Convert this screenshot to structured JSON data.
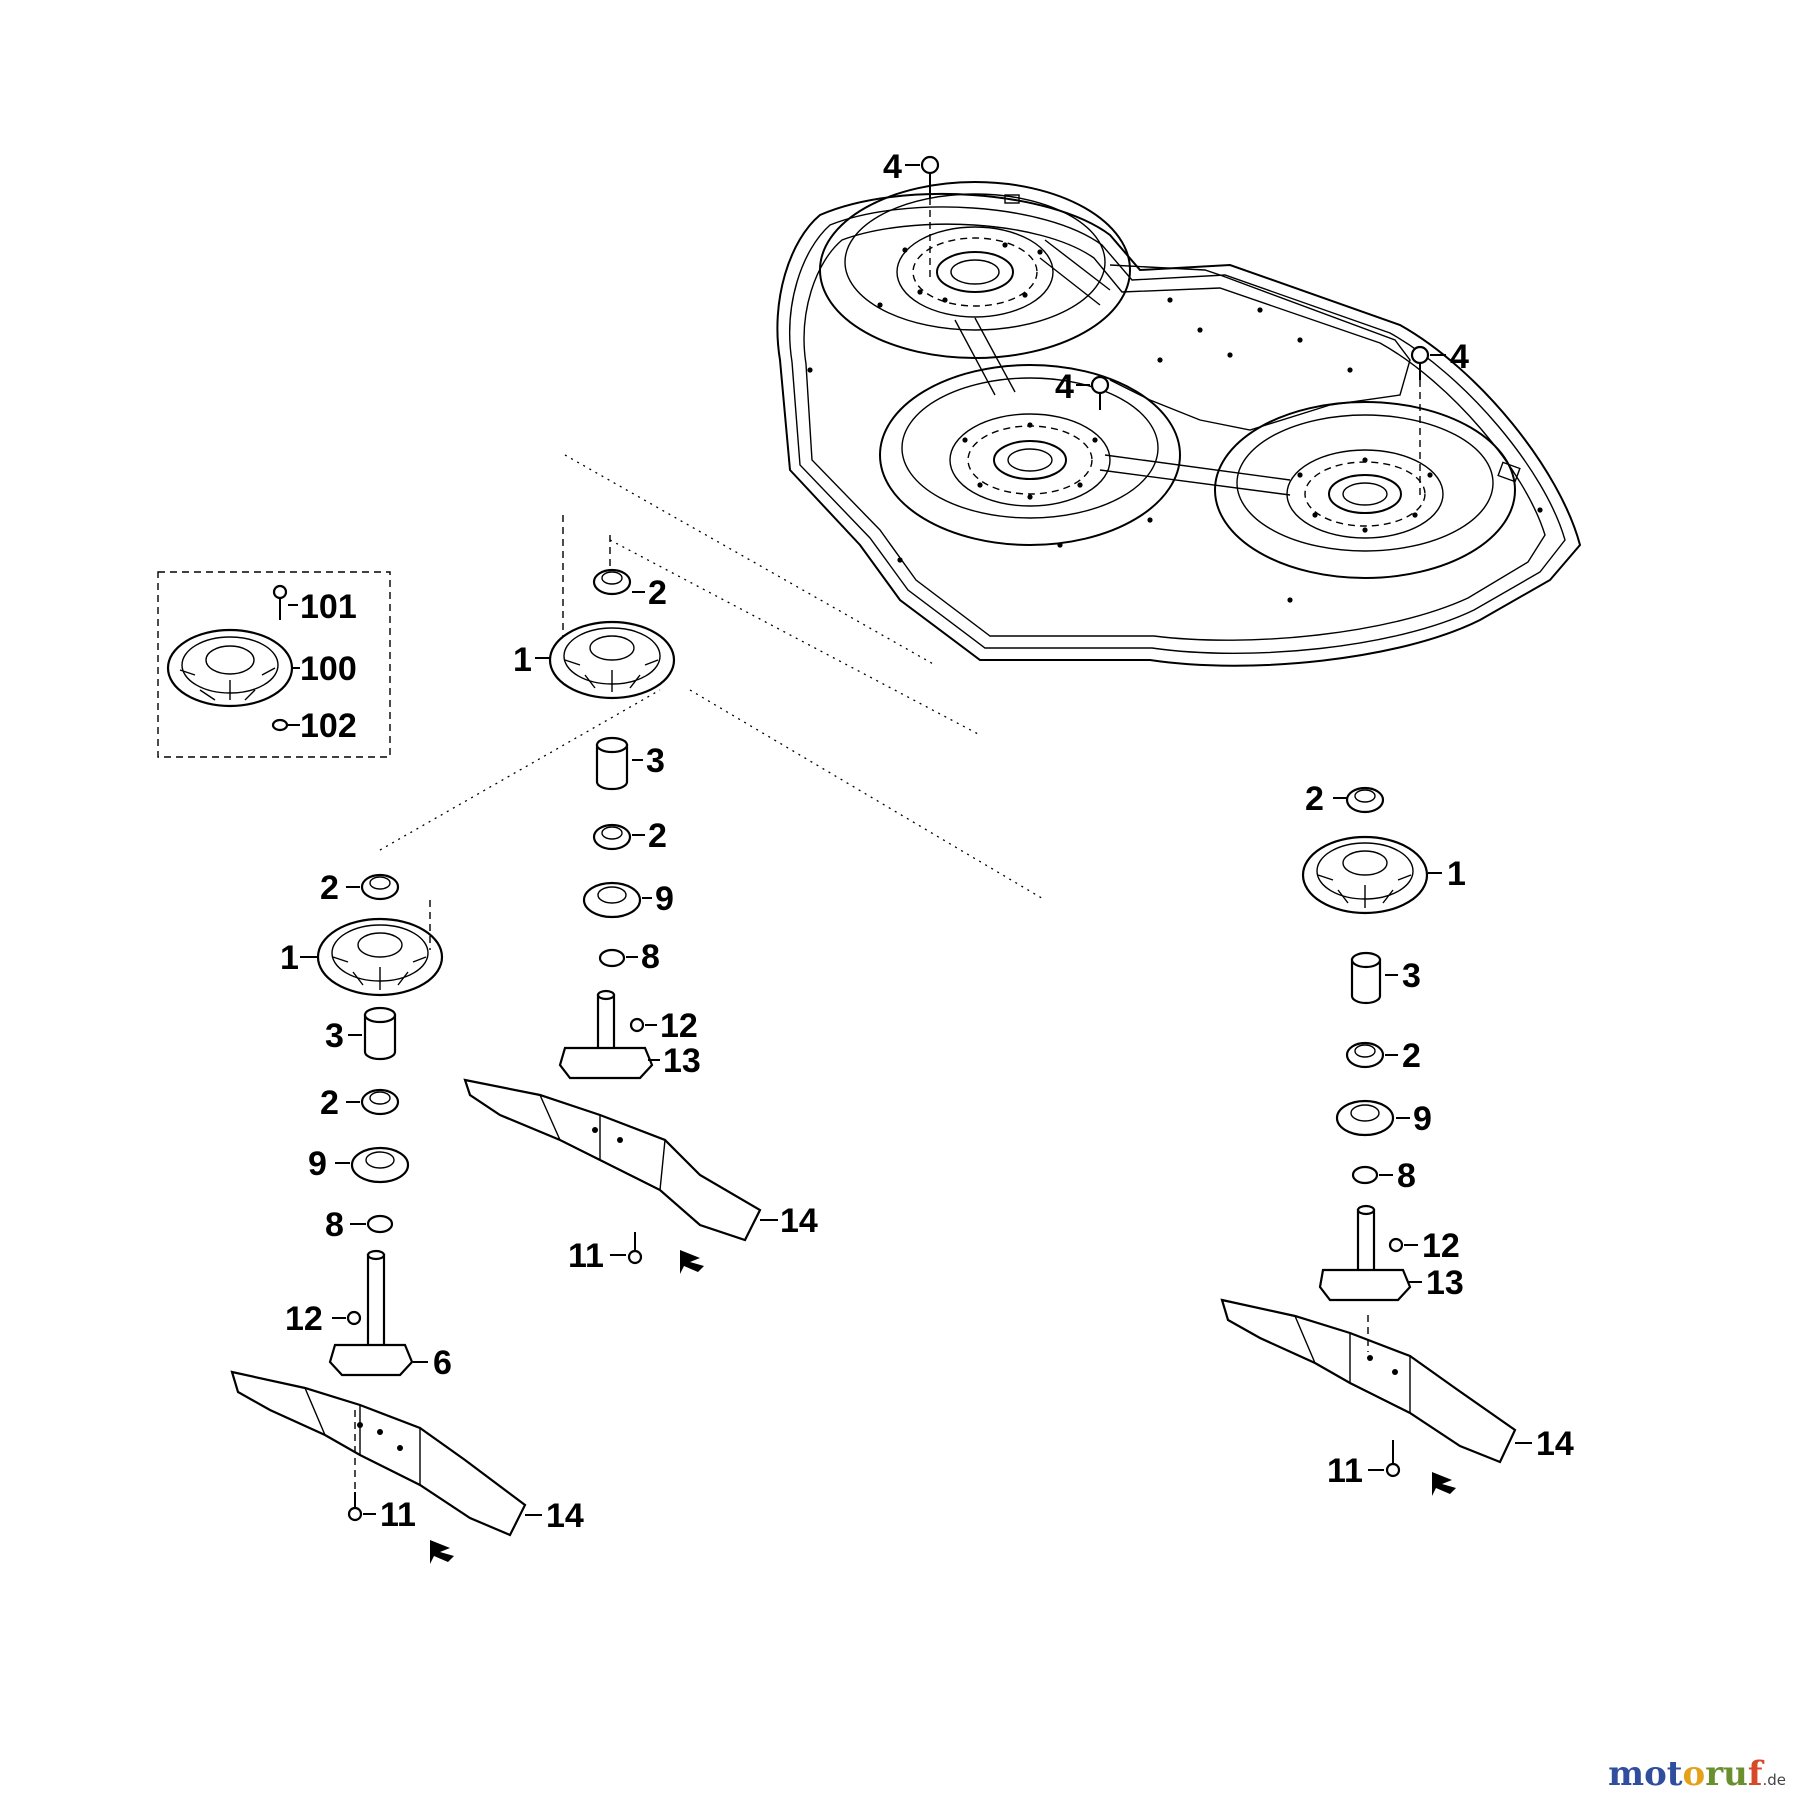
{
  "callouts": {
    "deck_top": "4",
    "deck_right": "4",
    "deck_mid": "4",
    "kit_101": "101",
    "kit_100": "100",
    "kit_102": "102",
    "c_2_top": "2",
    "c_1": "1",
    "c_3": "3",
    "c_2_low": "2",
    "c_9": "9",
    "c_8": "8",
    "c_12": "12",
    "c_13": "13",
    "c_14": "14",
    "c_11": "11",
    "l_2_top": "2",
    "l_1": "1",
    "l_3": "3",
    "l_2_low": "2",
    "l_9": "9",
    "l_8": "8",
    "l_12": "12",
    "l_6": "6",
    "l_14": "14",
    "l_11": "11",
    "r_2_top": "2",
    "r_1": "1",
    "r_3": "3",
    "r_2_low": "2",
    "r_9": "9",
    "r_8": "8",
    "r_12": "12",
    "r_13": "13",
    "r_14": "14",
    "r_11": "11"
  },
  "watermark": {
    "part1": "mot",
    "part2": "o",
    "part3": "ru",
    "part4": "f",
    "suffix": ".de"
  }
}
